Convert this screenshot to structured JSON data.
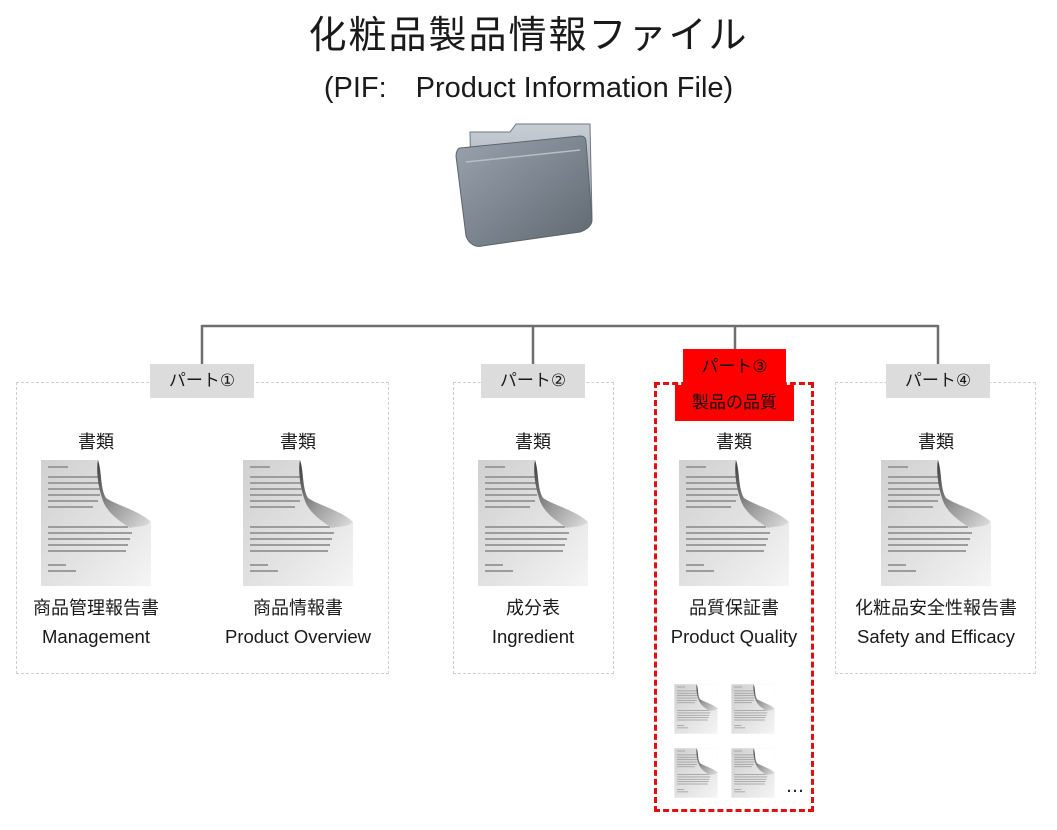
{
  "header": {
    "title": "化粧品製品情報ファイル",
    "subtitle": "(PIF:　Product Information File)"
  },
  "icons": {
    "folder": "folder-icon",
    "document": "document-icon"
  },
  "colors": {
    "highlight": "#ff0000",
    "border_red": "#e01010",
    "tag_gray": "#dcdcdc"
  },
  "parts": [
    {
      "label": "パート①"
    },
    {
      "label": "パート②"
    },
    {
      "label": "パート③",
      "sublabel": "製品の品質"
    },
    {
      "label": "パート④"
    }
  ],
  "documents": [
    {
      "category": "書類",
      "name_jp": "商品管理報告書",
      "name_en": "Management"
    },
    {
      "category": "書類",
      "name_jp": "商品情報書",
      "name_en": "Product Overview"
    },
    {
      "category": "書類",
      "name_jp": "成分表",
      "name_en": "Ingredient"
    },
    {
      "category": "書類",
      "name_jp": "品質保証書",
      "name_en": "Product Quality"
    },
    {
      "category": "書類",
      "name_jp": "化粧品安全性報告書",
      "name_en": "Safety and Efficacy"
    }
  ],
  "more_indicator": "…"
}
